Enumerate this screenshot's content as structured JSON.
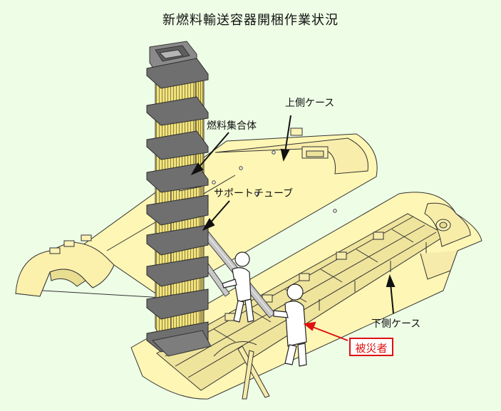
{
  "title": "新燃料輸送容器開梱作業状況",
  "labels": {
    "fuel_assembly": "燃料集合体",
    "upper_case": "上側ケース",
    "support_tube": "サポートチューブ",
    "lower_case": "下側ケース",
    "victim": "被災者"
  },
  "colors": {
    "background": "#eefde6",
    "case_fill": "#fdf6b4",
    "fuel_rod": "#f1e27a",
    "clamp": "#777777",
    "victim_highlight": "#e01010"
  }
}
